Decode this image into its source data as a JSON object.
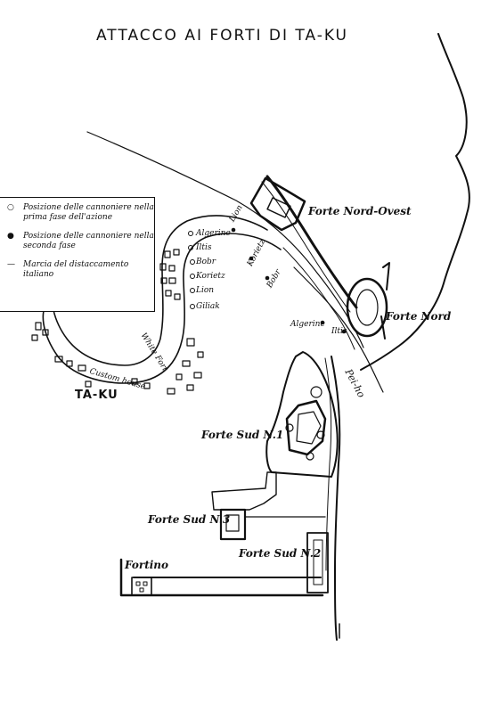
{
  "title": "ATTACCO AI FORTI DI TA-KU",
  "legend": {
    "items": [
      {
        "symbol": "○",
        "text": "Posizione delle cannoniere nella prima fase dell'azione"
      },
      {
        "symbol": "●",
        "text": "Posizione delle cannoniere nella seconda fase"
      },
      {
        "symbol": "—",
        "text": "Marcia del distaccamento italiano"
      }
    ]
  },
  "forts": {
    "nord_ovest": "Forte Nord-Ovest",
    "nord": "Forte Nord",
    "sud_1": "Forte Sud N.1",
    "sud_3": "Forte Sud N.3",
    "sud_2": "Forte Sud N.2",
    "fortino": "Fortino"
  },
  "places": {
    "town": "TA-KU",
    "river": "Pei-ho",
    "white_fort": "White Fort",
    "custom_house": "Custom house"
  },
  "ships_first_phase": [
    "Algerine",
    "Iltis",
    "Bobr",
    "Korietz",
    "Lion",
    "Giliak"
  ],
  "ships_second_phase": [
    "Lion",
    "Korietz",
    "Bobr",
    "Algerine",
    "Iltis"
  ]
}
